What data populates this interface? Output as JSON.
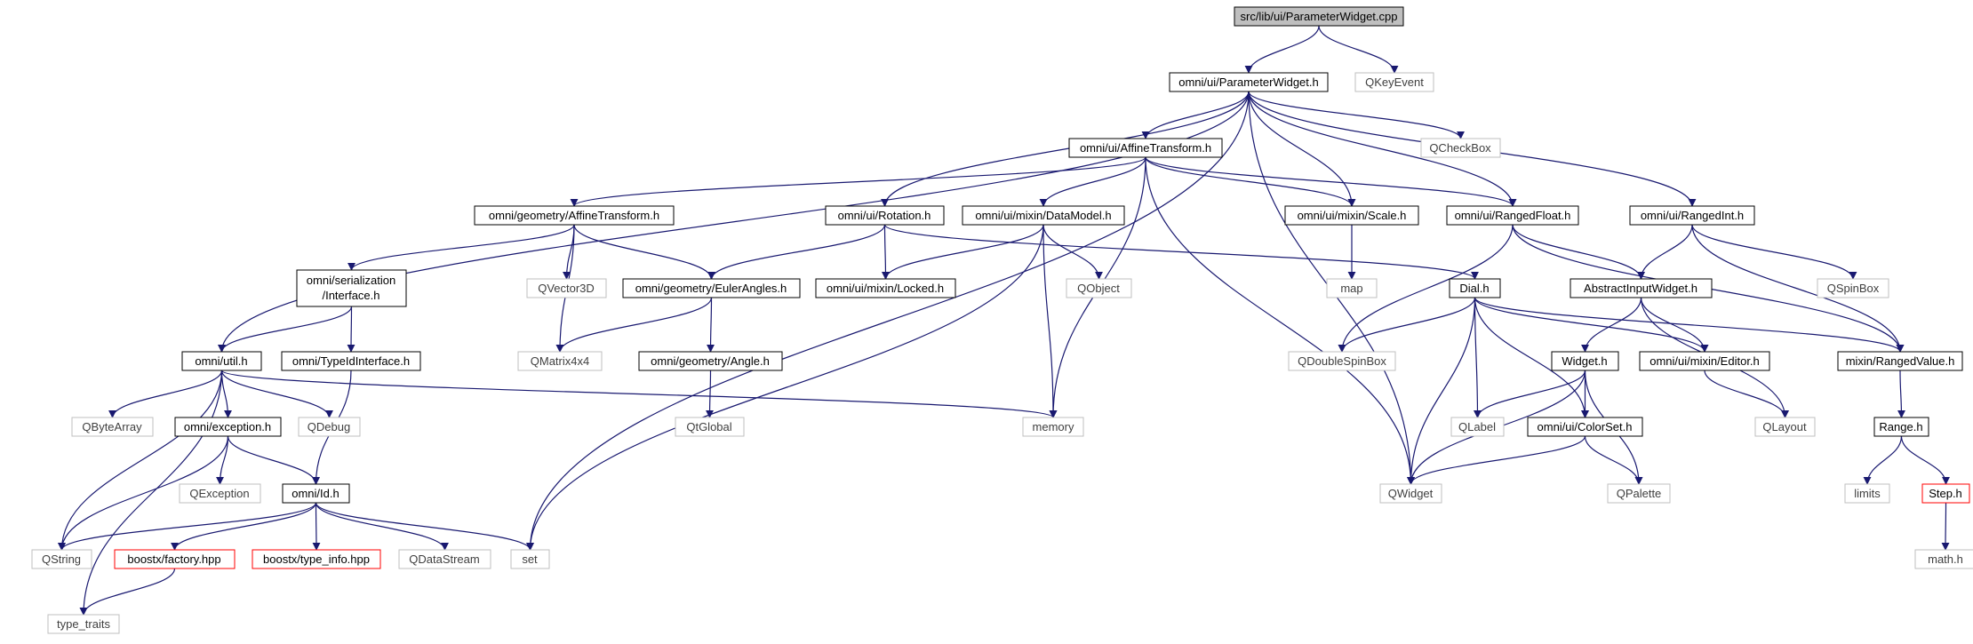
{
  "colors": {
    "edge": "#191970",
    "root_fill": "#bfbfbf",
    "node_border": "#000000",
    "external_border": "#bfbfbf",
    "external_text": "#3f3f3f",
    "missing_border": "#ff0000"
  },
  "nodes": {
    "n_root": {
      "label": "src/lib/ui/ParameterWidget.cpp",
      "kind": "root"
    },
    "n_pw": {
      "label": "omni/ui/ParameterWidget.h",
      "kind": "normal"
    },
    "n_qkeyevent": {
      "label": "QKeyEvent",
      "kind": "external"
    },
    "n_at": {
      "label": "omni/ui/AffineTransform.h",
      "kind": "normal"
    },
    "n_qcheckbox": {
      "label": "QCheckBox",
      "kind": "external"
    },
    "n_gat": {
      "label": "omni/geometry/AffineTransform.h",
      "kind": "normal"
    },
    "n_rot": {
      "label": "omni/ui/Rotation.h",
      "kind": "normal"
    },
    "n_dm": {
      "label": "omni/ui/mixin/DataModel.h",
      "kind": "normal"
    },
    "n_scale": {
      "label": "omni/ui/mixin/Scale.h",
      "kind": "normal"
    },
    "n_rf": {
      "label": "omni/ui/RangedFloat.h",
      "kind": "normal"
    },
    "n_ri": {
      "label": "omni/ui/RangedInt.h",
      "kind": "normal"
    },
    "n_ser": {
      "label1": "omni/serialization",
      "label2": "/Interface.h",
      "kind": "normal"
    },
    "n_qvector3d": {
      "label": "QVector3D",
      "kind": "external"
    },
    "n_euler": {
      "label": "omni/geometry/EulerAngles.h",
      "kind": "normal"
    },
    "n_locked": {
      "label": "omni/ui/mixin/Locked.h",
      "kind": "normal"
    },
    "n_qobject": {
      "label": "QObject",
      "kind": "external"
    },
    "n_map": {
      "label": "map",
      "kind": "external"
    },
    "n_dial": {
      "label": "Dial.h",
      "kind": "normal"
    },
    "n_aiw": {
      "label": "AbstractInputWidget.h",
      "kind": "normal"
    },
    "n_qspinbox": {
      "label": "QSpinBox",
      "kind": "external"
    },
    "n_util": {
      "label": "omni/util.h",
      "kind": "normal"
    },
    "n_tid": {
      "label": "omni/TypeIdInterface.h",
      "kind": "normal"
    },
    "n_qmatrix": {
      "label": "QMatrix4x4",
      "kind": "external"
    },
    "n_angle": {
      "label": "omni/geometry/Angle.h",
      "kind": "normal"
    },
    "n_qdsb": {
      "label": "QDoubleSpinBox",
      "kind": "external"
    },
    "n_widget": {
      "label": "Widget.h",
      "kind": "normal"
    },
    "n_editor": {
      "label": "omni/ui/mixin/Editor.h",
      "kind": "normal"
    },
    "n_rv": {
      "label": "mixin/RangedValue.h",
      "kind": "normal"
    },
    "n_qbytearray": {
      "label": "QByteArray",
      "kind": "external"
    },
    "n_exc": {
      "label": "omni/exception.h",
      "kind": "normal"
    },
    "n_qdebug": {
      "label": "QDebug",
      "kind": "external"
    },
    "n_memory": {
      "label": "memory",
      "kind": "external"
    },
    "n_qtglobal": {
      "label": "QtGlobal",
      "kind": "external"
    },
    "n_qlabel": {
      "label": "QLabel",
      "kind": "external"
    },
    "n_colorset": {
      "label": "omni/ui/ColorSet.h",
      "kind": "normal"
    },
    "n_qlayout": {
      "label": "QLayout",
      "kind": "external"
    },
    "n_range": {
      "label": "Range.h",
      "kind": "normal"
    },
    "n_qexception": {
      "label": "QException",
      "kind": "external"
    },
    "n_id": {
      "label": "omni/Id.h",
      "kind": "normal"
    },
    "n_qwidget": {
      "label": "QWidget",
      "kind": "external"
    },
    "n_qpalette": {
      "label": "QPalette",
      "kind": "external"
    },
    "n_limits": {
      "label": "limits",
      "kind": "external"
    },
    "n_step": {
      "label": "Step.h",
      "kind": "missing"
    },
    "n_qstring": {
      "label": "QString",
      "kind": "external"
    },
    "n_factory": {
      "label": "boostx/factory.hpp",
      "kind": "missing"
    },
    "n_typeinfo": {
      "label": "boostx/type_info.hpp",
      "kind": "missing"
    },
    "n_qdatastream": {
      "label": "QDataStream",
      "kind": "external"
    },
    "n_set": {
      "label": "set",
      "kind": "external"
    },
    "n_math": {
      "label": "math.h",
      "kind": "external"
    },
    "n_typetraits": {
      "label": "type_traits",
      "kind": "external"
    }
  },
  "edges": [
    [
      "n_root",
      "n_pw"
    ],
    [
      "n_root",
      "n_qkeyevent"
    ],
    [
      "n_pw",
      "n_at"
    ],
    [
      "n_pw",
      "n_qcheckbox"
    ],
    [
      "n_pw",
      "n_rot"
    ],
    [
      "n_pw",
      "n_scale"
    ],
    [
      "n_pw",
      "n_rf"
    ],
    [
      "n_pw",
      "n_ri"
    ],
    [
      "n_pw",
      "n_util"
    ],
    [
      "n_pw",
      "n_set"
    ],
    [
      "n_pw",
      "n_qwidget"
    ],
    [
      "n_at",
      "n_gat"
    ],
    [
      "n_at",
      "n_dm"
    ],
    [
      "n_at",
      "n_scale"
    ],
    [
      "n_at",
      "n_rf"
    ],
    [
      "n_at",
      "n_memory"
    ],
    [
      "n_at",
      "n_qwidget"
    ],
    [
      "n_gat",
      "n_ser"
    ],
    [
      "n_gat",
      "n_qvector3d"
    ],
    [
      "n_gat",
      "n_euler"
    ],
    [
      "n_gat",
      "n_qmatrix"
    ],
    [
      "n_rot",
      "n_euler"
    ],
    [
      "n_rot",
      "n_locked"
    ],
    [
      "n_rot",
      "n_dial"
    ],
    [
      "n_dm",
      "n_locked"
    ],
    [
      "n_dm",
      "n_qobject"
    ],
    [
      "n_dm",
      "n_memory"
    ],
    [
      "n_dm",
      "n_set"
    ],
    [
      "n_scale",
      "n_map"
    ],
    [
      "n_rf",
      "n_aiw"
    ],
    [
      "n_rf",
      "n_qdsb"
    ],
    [
      "n_rf",
      "n_rv"
    ],
    [
      "n_ri",
      "n_aiw"
    ],
    [
      "n_ri",
      "n_qspinbox"
    ],
    [
      "n_ri",
      "n_rv"
    ],
    [
      "n_ser",
      "n_util"
    ],
    [
      "n_ser",
      "n_tid"
    ],
    [
      "n_euler",
      "n_qmatrix"
    ],
    [
      "n_euler",
      "n_angle"
    ],
    [
      "n_angle",
      "n_qtglobal"
    ],
    [
      "n_dial",
      "n_qdsb"
    ],
    [
      "n_dial",
      "n_editor"
    ],
    [
      "n_dial",
      "n_rv"
    ],
    [
      "n_dial",
      "n_qlabel"
    ],
    [
      "n_dial",
      "n_colorset"
    ],
    [
      "n_dial",
      "n_qwidget"
    ],
    [
      "n_aiw",
      "n_widget"
    ],
    [
      "n_aiw",
      "n_editor"
    ],
    [
      "n_aiw",
      "n_qlayout"
    ],
    [
      "n_widget",
      "n_qlabel"
    ],
    [
      "n_widget",
      "n_colorset"
    ],
    [
      "n_widget",
      "n_qpalette"
    ],
    [
      "n_widget",
      "n_qwidget"
    ],
    [
      "n_editor",
      "n_qlayout"
    ],
    [
      "n_colorset",
      "n_qwidget"
    ],
    [
      "n_colorset",
      "n_qpalette"
    ],
    [
      "n_rv",
      "n_range"
    ],
    [
      "n_range",
      "n_limits"
    ],
    [
      "n_range",
      "n_step"
    ],
    [
      "n_step",
      "n_math"
    ],
    [
      "n_util",
      "n_qbytearray"
    ],
    [
      "n_util",
      "n_exc"
    ],
    [
      "n_util",
      "n_qdebug"
    ],
    [
      "n_util",
      "n_memory"
    ],
    [
      "n_util",
      "n_qstring"
    ],
    [
      "n_util",
      "n_typetraits"
    ],
    [
      "n_tid",
      "n_id"
    ],
    [
      "n_exc",
      "n_qexception"
    ],
    [
      "n_exc",
      "n_id"
    ],
    [
      "n_exc",
      "n_qstring"
    ],
    [
      "n_id",
      "n_qstring"
    ],
    [
      "n_id",
      "n_factory"
    ],
    [
      "n_id",
      "n_typeinfo"
    ],
    [
      "n_id",
      "n_qdatastream"
    ],
    [
      "n_id",
      "n_set"
    ],
    [
      "n_factory",
      "n_typetraits"
    ]
  ]
}
